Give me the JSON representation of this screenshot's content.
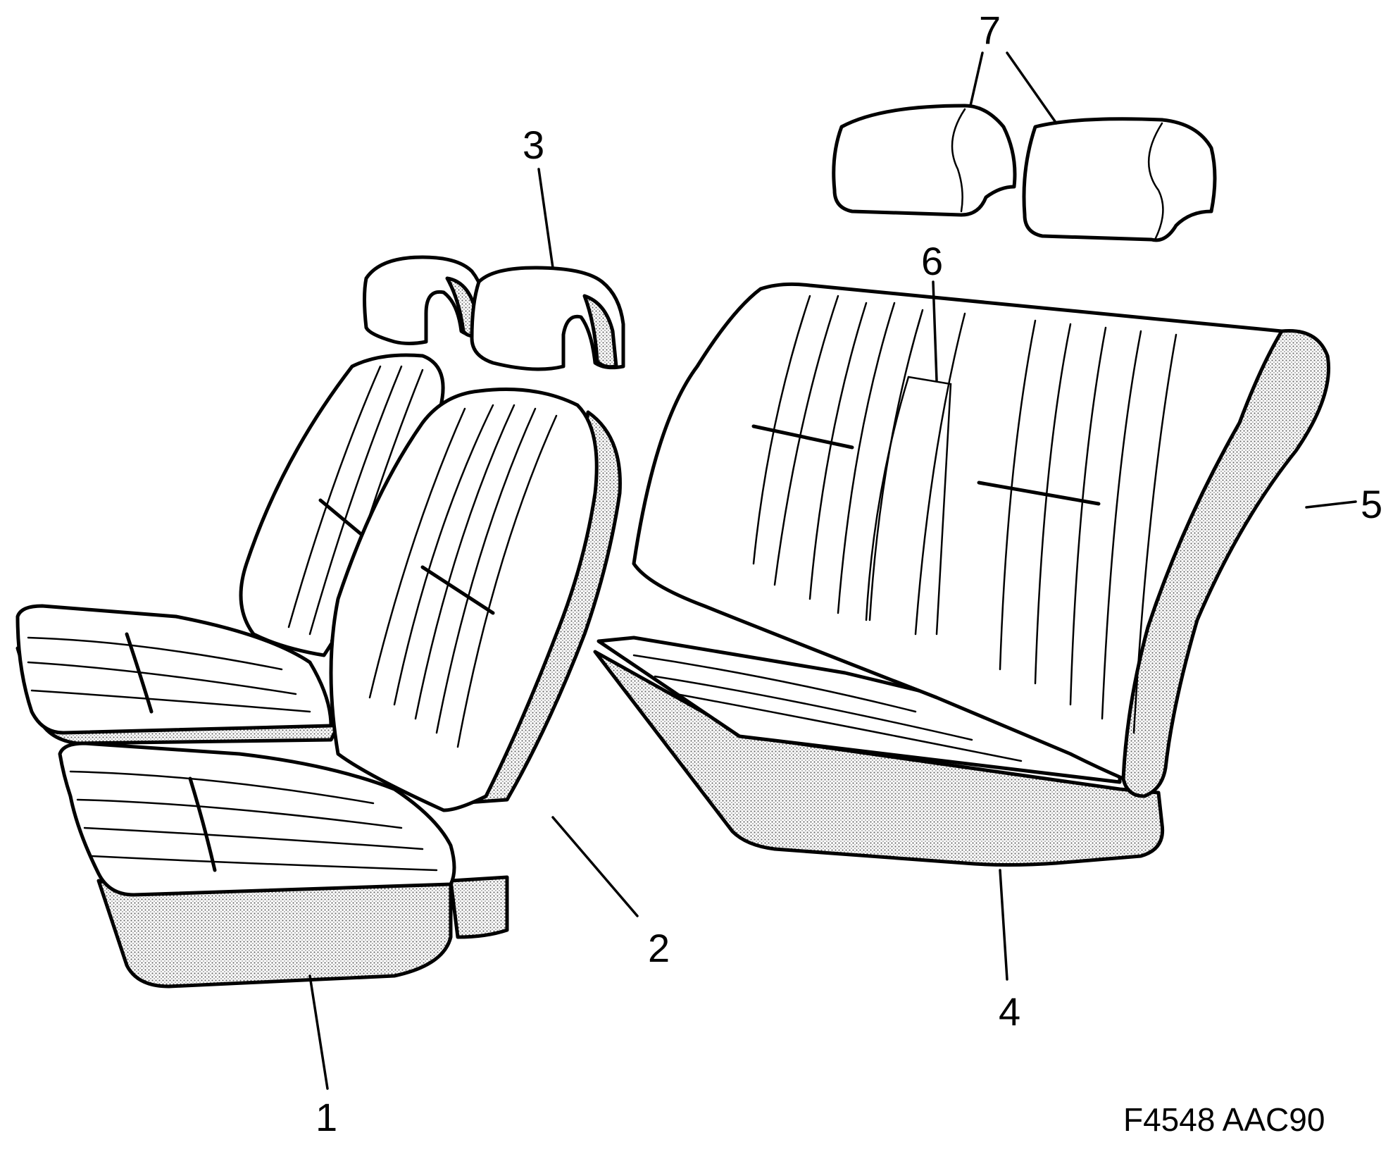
{
  "callouts": {
    "c1": "1",
    "c2": "2",
    "c3": "3",
    "c4": "4",
    "c5": "5",
    "c6": "6",
    "c7": "7"
  },
  "figure_ref": "F4548 AAC90",
  "colors": {
    "ink": "#000000",
    "background": "#ffffff",
    "shading": "#9a9a9a"
  }
}
